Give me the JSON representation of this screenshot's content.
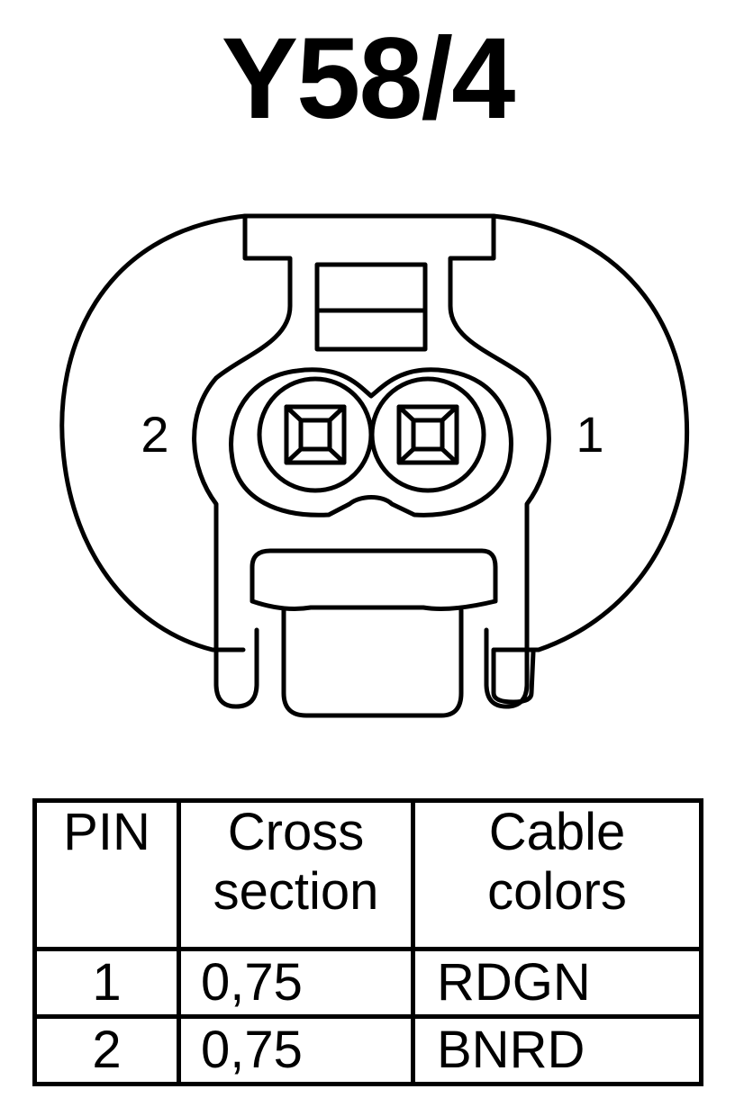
{
  "title": "Y58/4",
  "connector": {
    "pin_labels": {
      "left": "2",
      "right": "1"
    }
  },
  "table": {
    "headers": [
      {
        "lines": [
          "PIN"
        ]
      },
      {
        "lines": [
          "Cross",
          "section"
        ]
      },
      {
        "lines": [
          "Cable",
          "colors"
        ]
      }
    ],
    "rows": [
      {
        "pin": "1",
        "cross_section": "0,75",
        "cable_color": "RDGN"
      },
      {
        "pin": "2",
        "cross_section": "0,75",
        "cable_color": "BNRD"
      }
    ]
  }
}
